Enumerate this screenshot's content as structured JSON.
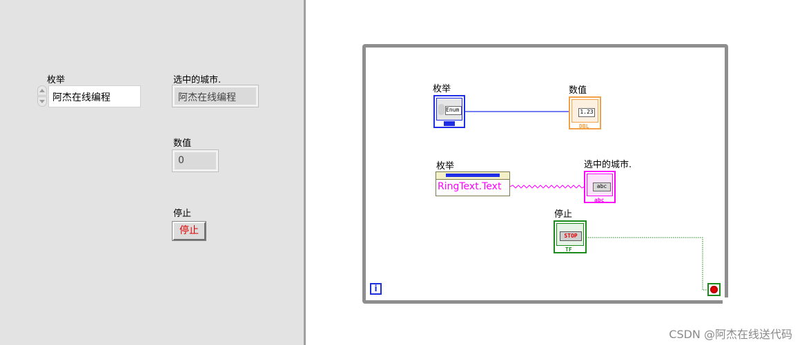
{
  "front_panel": {
    "enum_label": "枚举",
    "enum_value": "阿杰在线编程",
    "selected_city_label": "选中的城市.",
    "selected_city_value": "阿杰在线编程",
    "numeric_label": "数值",
    "numeric_value": "0",
    "stop_label": "停止",
    "stop_button_text": "停止"
  },
  "block_diagram": {
    "enum_terminal_label": "枚举",
    "enum_terminal_text": "Enum",
    "numeric_terminal_label": "数值",
    "numeric_terminal_text": "1.23",
    "numeric_type": "DBL",
    "property_node_label": "枚举",
    "property_node_text": "RingText.Text",
    "string_terminal_label": "选中的城市.",
    "string_terminal_text": "abc",
    "string_type": "abc",
    "stop_terminal_label": "停止",
    "stop_terminal_text": "STOP",
    "bool_type": "TF",
    "loop_count_text": "i"
  },
  "watermark": "CSDN @阿杰在线送代码",
  "colors": {
    "front_panel_bg": "#e3e3e3",
    "enum_wire": "#1f2ee6",
    "string_wire": "#ff00ff",
    "bool_wire": "#1a8a1a",
    "numeric_terminal": "#f3a146",
    "stop_text": "#e00000"
  }
}
